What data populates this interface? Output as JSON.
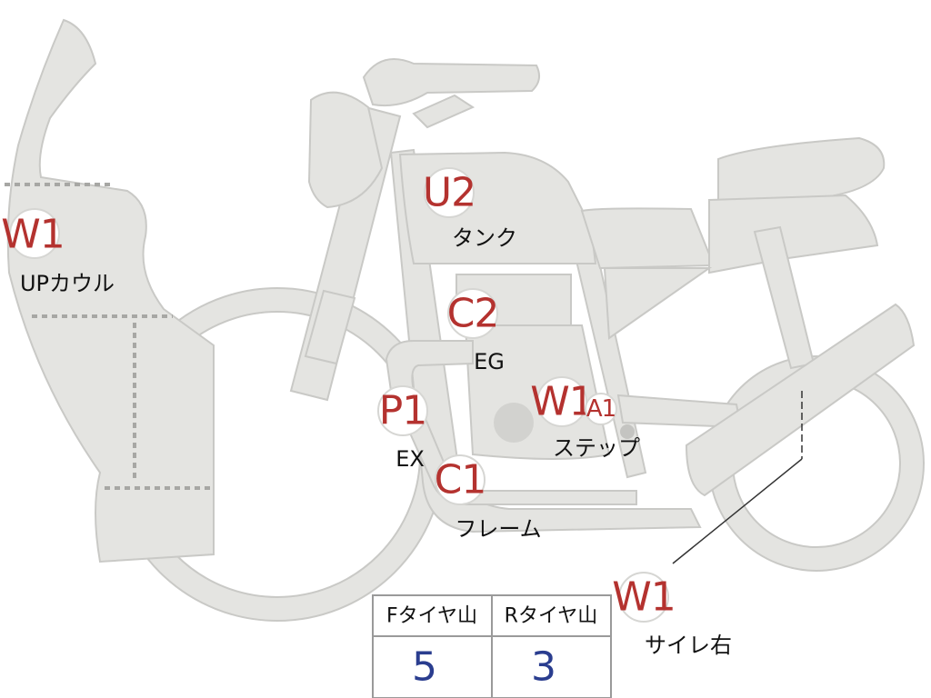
{
  "labels": {
    "cowl": {
      "code": "W1",
      "text": "UPカウル"
    },
    "tank": {
      "code": "U2",
      "text": "タンク"
    },
    "engine": {
      "code": "C2",
      "text": "EG"
    },
    "exhaust": {
      "code": "P1",
      "text": "EX"
    },
    "step": {
      "code": "W1",
      "code2": "A1",
      "text": "ステップ"
    },
    "frame": {
      "code": "C1",
      "text": "フレーム"
    },
    "muffler_right": {
      "code": "W1",
      "text": "サイレ右"
    }
  },
  "tire_table": {
    "headers": [
      "Fタイヤ山",
      "Rタイヤ山"
    ],
    "values": [
      "5",
      "3"
    ]
  },
  "colors": {
    "body": "#e4e4e1",
    "code_red": "#b4322f",
    "value_blue": "#2a3d8f"
  }
}
